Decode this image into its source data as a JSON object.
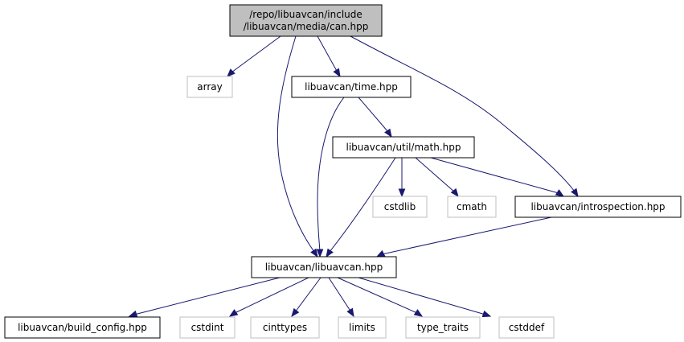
{
  "graph": {
    "nodes": {
      "can": {
        "lines": [
          "/repo/libuavcan/include",
          "/libuavcan/media/can.hpp"
        ],
        "kind": "root"
      },
      "array": {
        "lines": [
          "array"
        ],
        "kind": "sys"
      },
      "time": {
        "lines": [
          "libuavcan/time.hpp"
        ],
        "kind": "doc"
      },
      "math": {
        "lines": [
          "libuavcan/util/math.hpp"
        ],
        "kind": "doc"
      },
      "cstdlib": {
        "lines": [
          "cstdlib"
        ],
        "kind": "sys"
      },
      "cmath": {
        "lines": [
          "cmath"
        ],
        "kind": "sys"
      },
      "introspection": {
        "lines": [
          "libuavcan/introspection.hpp"
        ],
        "kind": "doc"
      },
      "libuavcan": {
        "lines": [
          "libuavcan/libuavcan.hpp"
        ],
        "kind": "doc"
      },
      "build_config": {
        "lines": [
          "libuavcan/build_config.hpp"
        ],
        "kind": "doc"
      },
      "cstdint": {
        "lines": [
          "cstdint"
        ],
        "kind": "sys"
      },
      "cinttypes": {
        "lines": [
          "cinttypes"
        ],
        "kind": "sys"
      },
      "limits": {
        "lines": [
          "limits"
        ],
        "kind": "sys"
      },
      "type_traits": {
        "lines": [
          "type_traits"
        ],
        "kind": "sys"
      },
      "cstddef": {
        "lines": [
          "cstddef"
        ],
        "kind": "sys"
      }
    },
    "edges": [
      [
        "can",
        "array"
      ],
      [
        "can",
        "time"
      ],
      [
        "can",
        "libuavcan"
      ],
      [
        "can",
        "introspection"
      ],
      [
        "time",
        "math"
      ],
      [
        "time",
        "libuavcan"
      ],
      [
        "math",
        "libuavcan"
      ],
      [
        "math",
        "cstdlib"
      ],
      [
        "math",
        "cmath"
      ],
      [
        "math",
        "introspection"
      ],
      [
        "introspection",
        "libuavcan"
      ],
      [
        "libuavcan",
        "build_config"
      ],
      [
        "libuavcan",
        "cstdint"
      ],
      [
        "libuavcan",
        "cinttypes"
      ],
      [
        "libuavcan",
        "limits"
      ],
      [
        "libuavcan",
        "type_traits"
      ],
      [
        "libuavcan",
        "cstddef"
      ]
    ]
  }
}
